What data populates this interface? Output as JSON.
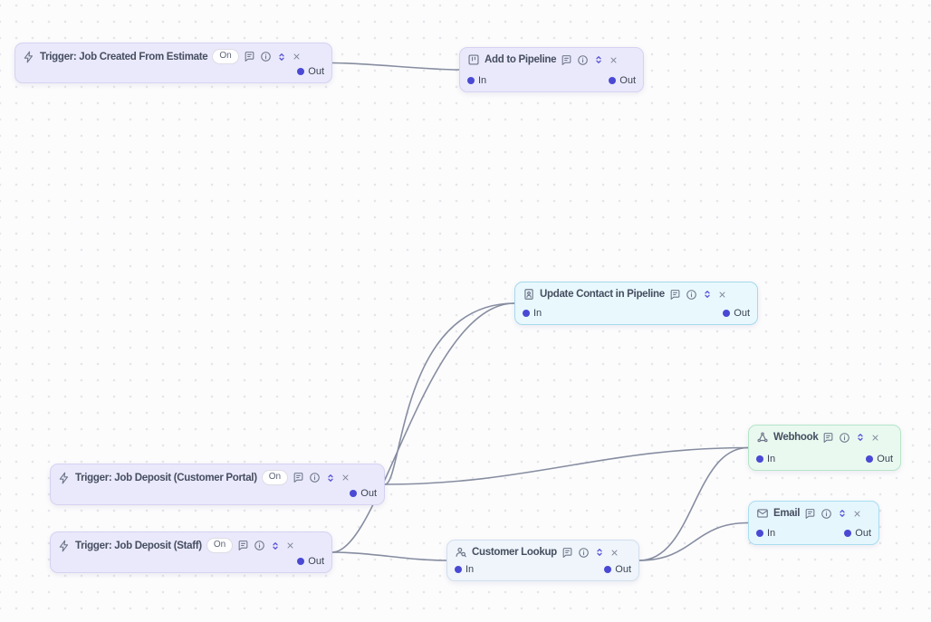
{
  "canvas": {
    "background": "#fcfcfd",
    "dot_color": "#e5e5ea",
    "edge_color": "#868da0"
  },
  "colors": {
    "trigger_node_bg": "#eae9fb",
    "trigger_node_border": "#d5d2f1",
    "update_contact_bg": "#e9f8fd",
    "update_contact_border": "#a6d9ec",
    "webhook_bg": "#e9f9f0",
    "webhook_border": "#b5e5c8",
    "customer_lookup_bg": "#eff5fb",
    "customer_lookup_border": "#d3dfee",
    "email_bg": "#e6f6fd",
    "email_border": "#a8ddf1",
    "port_dot": "#4a49d4",
    "expand_icon": "#5a54d8",
    "title_text": "#454e60"
  },
  "nodes": [
    {
      "id": "trigger-job-created-from-estimate",
      "title": "Trigger: Job Created From Estimate",
      "badge": "On",
      "out": "Out",
      "icon": "bolt-icon",
      "theme": "purple"
    },
    {
      "id": "add-to-pipeline",
      "title": "Add to Pipeline",
      "in": "In",
      "out": "Out",
      "icon": "pipeline-board-icon",
      "theme": "purple"
    },
    {
      "id": "update-contact-in-pipeline",
      "title": "Update Contact in Pipeline",
      "in": "In",
      "out": "Out",
      "icon": "contact-card-icon",
      "theme": "blue"
    },
    {
      "id": "webhook",
      "title": "Webhook",
      "in": "In",
      "out": "Out",
      "icon": "webhook-icon",
      "theme": "green"
    },
    {
      "id": "trigger-job-deposit-customer-portal",
      "title": "Trigger: Job Deposit (Customer Portal)",
      "badge": "On",
      "out": "Out",
      "icon": "bolt-icon",
      "theme": "purple"
    },
    {
      "id": "trigger-job-deposit-staff",
      "title": "Trigger: Job Deposit (Staff)",
      "badge": "On",
      "out": "Out",
      "icon": "bolt-icon",
      "theme": "purple"
    },
    {
      "id": "customer-lookup",
      "title": "Customer Lookup",
      "in": "In",
      "out": "Out",
      "icon": "user-search-icon",
      "theme": "light-blue"
    },
    {
      "id": "email",
      "title": "Email",
      "in": "In",
      "out": "Out",
      "icon": "mail-icon",
      "theme": "cyan"
    }
  ],
  "edges": [
    {
      "source": "trigger-job-created-from-estimate",
      "target": "add-to-pipeline"
    },
    {
      "source": "trigger-job-deposit-customer-portal",
      "target": "update-contact-in-pipeline"
    },
    {
      "source": "trigger-job-deposit-customer-portal",
      "target": "webhook"
    },
    {
      "source": "trigger-job-deposit-staff",
      "target": "update-contact-in-pipeline"
    },
    {
      "source": "trigger-job-deposit-staff",
      "target": "customer-lookup"
    },
    {
      "source": "customer-lookup",
      "target": "webhook"
    },
    {
      "source": "customer-lookup",
      "target": "email"
    }
  ]
}
